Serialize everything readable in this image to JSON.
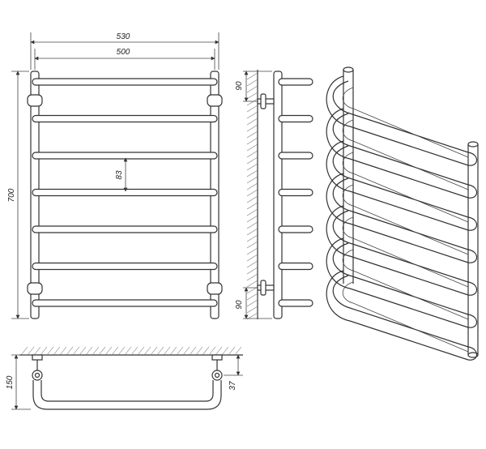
{
  "dimensions": {
    "overall_width": "530",
    "center_width": "500",
    "height": "700",
    "rung_spacing": "83",
    "top_offset": "90",
    "bottom_offset": "90",
    "depth": "150",
    "mount_depth": "37"
  },
  "rungs_count": 7
}
